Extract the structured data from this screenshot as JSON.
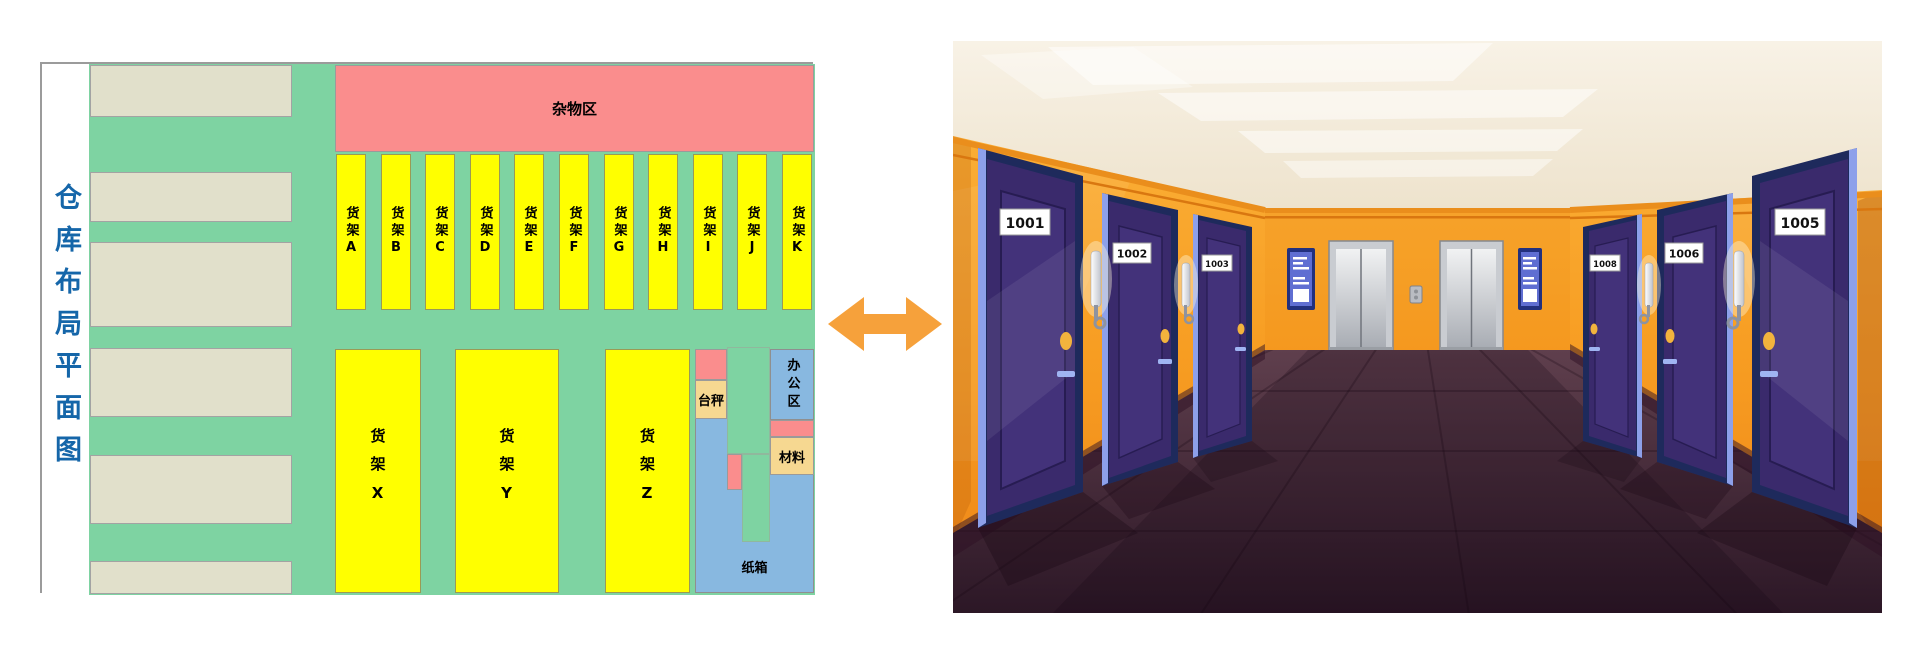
{
  "floor_plan": {
    "title": "仓库布局平面图",
    "junk_area": "杂物区",
    "shelves_top": [
      "货架A",
      "货架B",
      "货架C",
      "货架D",
      "货架E",
      "货架F",
      "货架G",
      "货架H",
      "货架I",
      "货架J",
      "货架K"
    ],
    "shelves_bottom": [
      "货架X",
      "货架Y",
      "货架Z"
    ],
    "scale_label": "台秤",
    "office_label": "办公区",
    "materials_label": "材料",
    "cartons_label": "纸箱",
    "colors": {
      "aisle_green": "#7ed3a2",
      "rack_beige": "#e1e0cb",
      "shelf_yellow": "#ffff00",
      "junk_red": "#fa8d8d",
      "zone_blue": "#88b8e0",
      "zone_tan": "#f6d891",
      "title_blue": "#1566a9"
    }
  },
  "connector": {
    "style": "double-headed-arrow",
    "color": "#f6a13b"
  },
  "corridor": {
    "left_doors": [
      {
        "number": "1001"
      },
      {
        "number": "1002"
      },
      {
        "number": "1003"
      }
    ],
    "right_doors": [
      {
        "number": "1008"
      },
      {
        "number": "1006"
      },
      {
        "number": "1005"
      }
    ],
    "colors": {
      "wall_orange": "#f7a01f",
      "door_purple": "#3a2a6c",
      "door_frame_navy": "#1e2a5c",
      "floor_maroon": "#4e3140",
      "sign_blue": "#5f6ed2",
      "elevator_silver": "#c9ccd1",
      "knob_gold": "#f2b33d"
    }
  }
}
